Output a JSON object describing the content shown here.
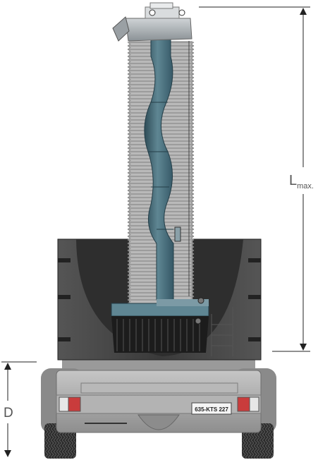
{
  "labels": {
    "length_main": "L",
    "length_sub": "max.",
    "height": "D",
    "license_plate": "635-KTS 227"
  },
  "colors": {
    "bellows": "#b9b9b9",
    "bellows_groove": "#7e7e7e",
    "pipe": "#4e7380",
    "pipe_dark": "#2e4c57",
    "housing": "#3c3c3c",
    "trailer": "#a9a9a9",
    "tail_light": "#c93c3c",
    "tire": "#2a2a2a",
    "dimension_line": "#222222"
  }
}
